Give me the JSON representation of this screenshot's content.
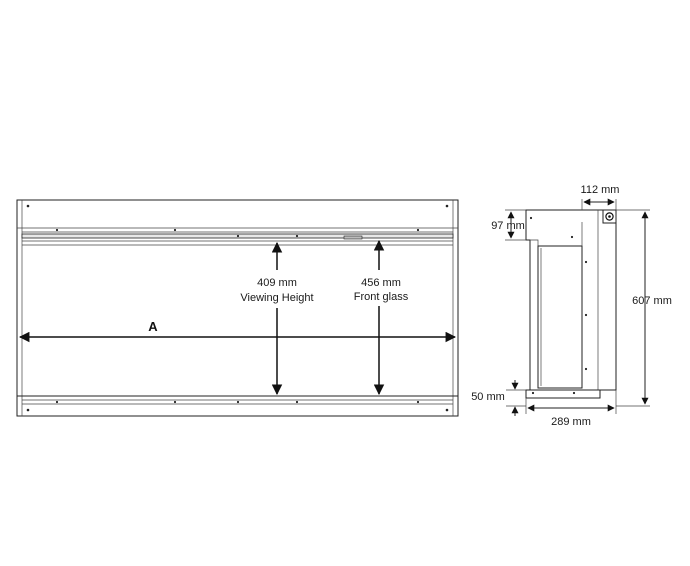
{
  "front_view": {
    "width_label": "A",
    "viewing_height_value": "409 mm",
    "viewing_height_caption": "Viewing Height",
    "front_glass_value": "456 mm",
    "front_glass_caption": "Front glass"
  },
  "side_view": {
    "top_depth": "112 mm",
    "top_drop": "97 mm",
    "overall_height": "607 mm",
    "bottom_offset": "50 mm",
    "overall_depth": "289 mm"
  }
}
